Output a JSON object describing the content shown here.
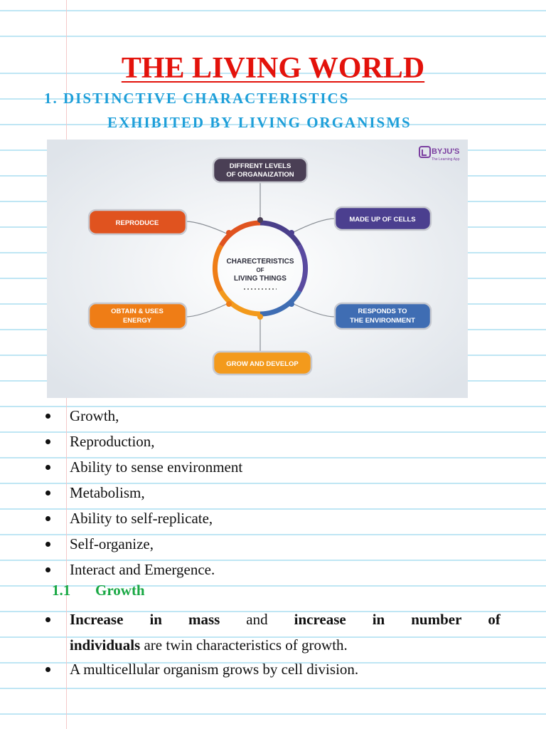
{
  "title": "THE LIVING WORLD",
  "section1": {
    "heading_line1": "1. DISTINCTIVE CHARACTERISTICS",
    "heading_line2": "EXHIBITED BY LIVING ORGANISMS"
  },
  "figure": {
    "brand": "BYJU'S",
    "brand_tagline": "The Learning App",
    "center_lines": [
      "CHARECTERISTICS",
      "OF",
      "LIVING THINGS"
    ],
    "nodes": {
      "levels": [
        "DIFFRENT LEVELS",
        "OF ORGANAIZATION"
      ],
      "cells": [
        "MADE UP OF CELLS"
      ],
      "responds": [
        "RESPONDS TO",
        "THE ENVIRONMENT"
      ],
      "grow": [
        "GROW AND DEVELOP"
      ],
      "energy": [
        "OBTAIN & USES",
        "ENERGY"
      ],
      "reproduce": [
        "REPRODUCE"
      ]
    },
    "colors": {
      "levels": "#4a3f55",
      "cells": "#4b3f8f",
      "responds": "#3f6db3",
      "grow": "#f39a1c",
      "energy": "#ef7d16",
      "reproduce": "#e0531f",
      "brand": "#7b3fa0"
    }
  },
  "bullets": [
    "Growth,",
    "Reproduction,",
    "Ability to sense environment",
    "Metabolism,",
    "Ability to self-replicate,",
    "Self-organize,",
    "Interact and Emergence."
  ],
  "subsection": {
    "number": "1.1",
    "label": "Growth"
  },
  "growth_points": {
    "p1_words": [
      "Increase",
      "in",
      "mass",
      "and",
      "increase",
      "in",
      "number",
      "of"
    ],
    "p1_line2_bold": "individuals",
    "p1_line2_rest": " are twin characteristics of growth.",
    "p2": "A multicellular organism grows by cell division."
  }
}
